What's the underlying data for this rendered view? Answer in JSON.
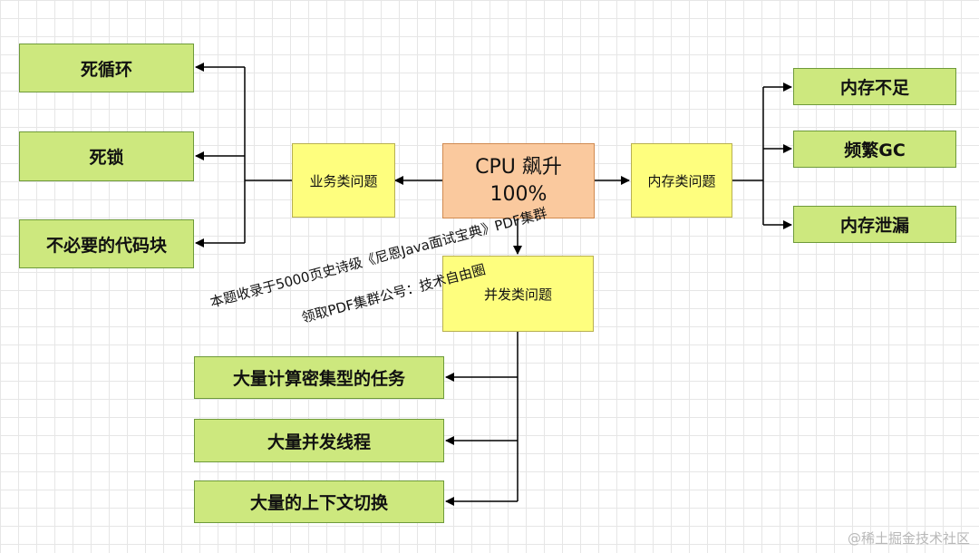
{
  "root": {
    "label": "CPU 飙升\n100%"
  },
  "categories": {
    "business": {
      "label": "业务类问题"
    },
    "memory": {
      "label": "内存类问题"
    },
    "concurrency": {
      "label": "并发类问题"
    }
  },
  "business_items": [
    "死循环",
    "死锁",
    "不必要的代码块"
  ],
  "memory_items": [
    "内存不足",
    "频繁GC",
    "内存泄漏"
  ],
  "concurrency_items": [
    "大量计算密集型的任务",
    "大量并发线程",
    "大量的上下文切换"
  ],
  "watermark": {
    "line1": "本题收录于5000页史诗级《尼恩Java面试宝典》PDF集群",
    "line2": "领取PDF集群公号：技术自由圈"
  },
  "footer": "@稀土掘金技术社区",
  "colors": {
    "root_fill": "#fac99e",
    "category_fill": "#fefe7e",
    "leaf_fill": "#cde87e",
    "connector": "#000000"
  }
}
